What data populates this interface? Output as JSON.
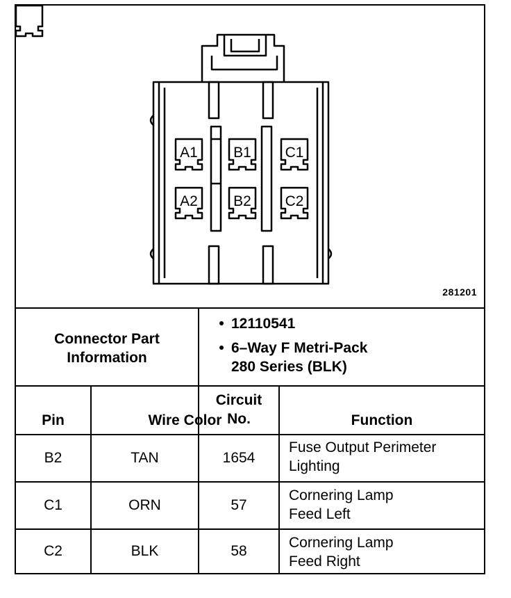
{
  "diagram": {
    "figure_id": "281201",
    "cavities": {
      "a1": "A1",
      "b1": "B1",
      "c1": "C1",
      "a2": "A2",
      "b2": "B2",
      "c2": "C2"
    }
  },
  "connector_info": {
    "label_line1": "Connector Part",
    "label_line2": "Information",
    "bullet_glyph": "•",
    "part_number": "12110541",
    "description_line1": "6–Way F Metri-Pack",
    "description_line2": "280 Series (BLK)"
  },
  "table": {
    "headers": {
      "pin": "Pin",
      "wire_color": "Wire Color",
      "circuit_line1": "Circuit",
      "circuit_line2": "No.",
      "function": "Function"
    },
    "rows": [
      {
        "pin": "B2",
        "wire_color": "TAN",
        "circuit": "1654",
        "function_line1": "Fuse Output Perimeter",
        "function_line2": "Lighting"
      },
      {
        "pin": "C1",
        "wire_color": "ORN",
        "circuit": "57",
        "function_line1": "Cornering Lamp",
        "function_line2": "Feed Left"
      },
      {
        "pin": "C2",
        "wire_color": "BLK",
        "circuit": "58",
        "function_line1": "Cornering Lamp",
        "function_line2": "Feed Right"
      }
    ]
  }
}
